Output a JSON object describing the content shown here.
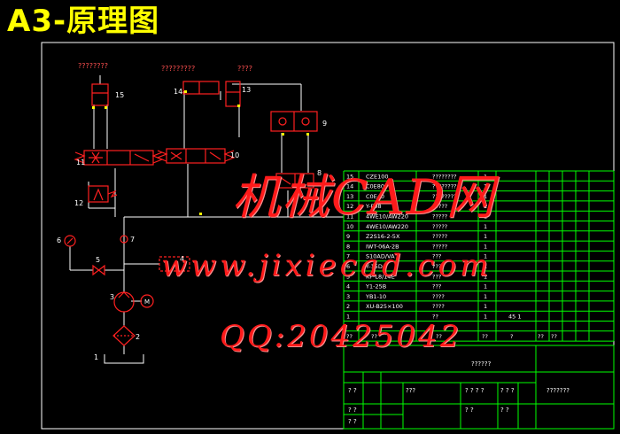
{
  "title": "A3-原理图",
  "watermark": {
    "line1": "机械CAD网",
    "line2": "www.jixiecad.com",
    "line3": "QQ:20425042"
  },
  "diagram": {
    "labels": {
      "l15": "15",
      "l14": "14",
      "l13": "13",
      "l11": "11",
      "l10": "10",
      "l12": "12",
      "l9": "9",
      "l8": "8",
      "l7": "7",
      "l6": "6",
      "l5": "5",
      "l4": "4",
      "l3": "3",
      "l2": "2",
      "l1": "1",
      "motor": "M",
      "q15": "????????",
      "q14": "?????????",
      "q13": "????"
    }
  },
  "bom": {
    "rows": [
      {
        "no": "15",
        "code": "CZE100",
        "name": "????????",
        "qty": "1"
      },
      {
        "no": "14",
        "code": "C0E80",
        "name": "????????",
        "qty": "1"
      },
      {
        "no": "13",
        "code": "C0E40",
        "name": "????????",
        "qty": "1"
      },
      {
        "no": "12",
        "code": "Y-F08",
        "name": "?????",
        "qty": "1"
      },
      {
        "no": "11",
        "code": "4WE10/AW220",
        "name": "?????",
        "qty": "1"
      },
      {
        "no": "10",
        "code": "4WE10/AW220",
        "name": "?????",
        "qty": "1"
      },
      {
        "no": "9",
        "code": "Z2S16-2-5X",
        "name": "?????",
        "qty": "1"
      },
      {
        "no": "8",
        "code": "IWT-06A-2B",
        "name": "?????",
        "qty": "1"
      },
      {
        "no": "7",
        "code": "S10AD/VA",
        "name": "???",
        "qty": "1"
      },
      {
        "no": "6",
        "code": "Y-15D",
        "name": "???",
        "qty": "1"
      },
      {
        "no": "5",
        "code": "KF-L8/14E",
        "name": "???",
        "qty": "1"
      },
      {
        "no": "4",
        "code": "Y1-25B",
        "name": "???",
        "qty": "1"
      },
      {
        "no": "3",
        "code": "YB1-10",
        "name": "????",
        "qty": "1"
      },
      {
        "no": "2",
        "code": "XU-B25×100",
        "name": "????",
        "qty": "1"
      },
      {
        "no": "1",
        "code": "",
        "name": "??",
        "qty": "1",
        "note": "45 1"
      }
    ],
    "header": {
      "no": "??",
      "code": "??",
      "name": "??",
      "qty": "??",
      "c5": "?",
      "c6": "??",
      "c7": "??"
    },
    "title_block": {
      "drawing_name": "??????",
      "org": "???????",
      "sign1": "? ?",
      "sign2": "???",
      "sign3": "? ? ? ?",
      "sign4": "? ? ?",
      "sign5": "? ?",
      "sign6": "? ?",
      "sign7": "? ?",
      "sign8": "? ?"
    }
  },
  "colors": {
    "frame": "#ffffff",
    "table_line": "#00ff00",
    "table_text": "#ffffff",
    "component": "#ff2020",
    "line_white": "#ffffff",
    "label": "#ffffff",
    "title": "#ffff00",
    "watermark": "#ff1a1a"
  }
}
